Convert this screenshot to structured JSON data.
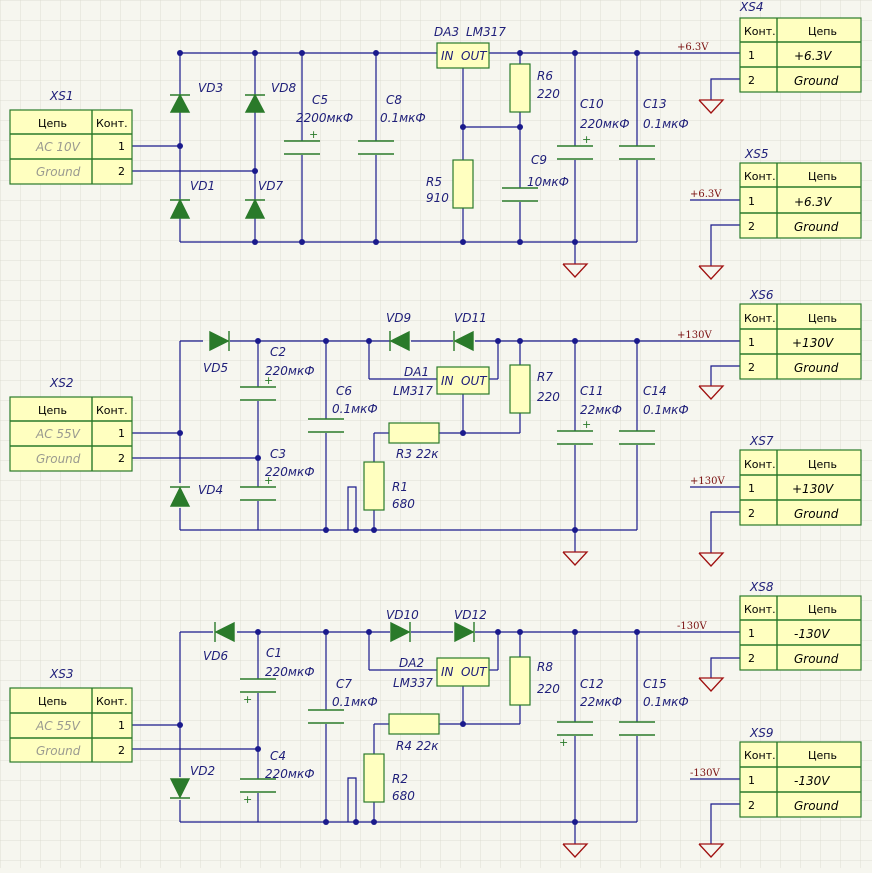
{
  "connectors": {
    "hdr_circuit": "Цепь",
    "hdr_contact": "Конт.",
    "pin1": "1",
    "pin2": "2",
    "XS1": {
      "ref": "XS1",
      "net1": "AC 10V",
      "net2": "Ground"
    },
    "XS2": {
      "ref": "XS2",
      "net1": "AC 55V",
      "net2": "Ground"
    },
    "XS3": {
      "ref": "XS3",
      "net1": "AC 55V",
      "net2": "Ground"
    },
    "XS4": {
      "ref": "XS4",
      "net1": "+6.3V",
      "net2": "Ground"
    },
    "XS5": {
      "ref": "XS5",
      "net1": "+6.3V",
      "net2": "Ground"
    },
    "XS6": {
      "ref": "XS6",
      "net1": "+130V",
      "net2": "Ground"
    },
    "XS7": {
      "ref": "XS7",
      "net1": "+130V",
      "net2": "Ground"
    },
    "XS8": {
      "ref": "XS8",
      "net1": "-130V",
      "net2": "Ground"
    },
    "XS9": {
      "ref": "XS9",
      "net1": "-130V",
      "net2": "Ground"
    }
  },
  "net_labels": {
    "p6v": "+6.3V",
    "p130": "+130V",
    "m130": "-130V"
  },
  "ic_pins": {
    "in": "IN",
    "out": "OUT"
  },
  "components": {
    "VD1": "VD1",
    "VD2": "VD2",
    "VD3": "VD3",
    "VD4": "VD4",
    "VD5": "VD5",
    "VD6": "VD6",
    "VD7": "VD7",
    "VD8": "VD8",
    "VD9": "VD9",
    "VD10": "VD10",
    "VD11": "VD11",
    "VD12": "VD12",
    "C1": {
      "ref": "C1",
      "value": "220мкФ"
    },
    "C2": {
      "ref": "C2",
      "value": "220мкФ"
    },
    "C3": {
      "ref": "C3",
      "value": "220мкФ"
    },
    "C4": {
      "ref": "C4",
      "value": "220мкФ"
    },
    "C5": {
      "ref": "C5",
      "value": "2200мкФ"
    },
    "C6": {
      "ref": "C6",
      "value": "0.1мкФ"
    },
    "C7": {
      "ref": "C7",
      "value": "0.1мкФ"
    },
    "C8": {
      "ref": "C8",
      "value": "0.1мкФ"
    },
    "C9": {
      "ref": "C9",
      "value": "10мкФ"
    },
    "C10": {
      "ref": "C10",
      "value": "220мкФ"
    },
    "C11": {
      "ref": "C11",
      "value": "22мкФ"
    },
    "C12": {
      "ref": "C12",
      "value": "22мкФ"
    },
    "C13": {
      "ref": "C13",
      "value": "0.1мкФ"
    },
    "C14": {
      "ref": "C14",
      "value": "0.1мкФ"
    },
    "C15": {
      "ref": "C15",
      "value": "0.1мкФ"
    },
    "R1": {
      "ref": "R1",
      "value": "680"
    },
    "R2": {
      "ref": "R2",
      "value": "680"
    },
    "R3": {
      "ref": "R3",
      "value": "22к"
    },
    "R4": {
      "ref": "R4",
      "value": "22к"
    },
    "R5": {
      "ref": "R5",
      "value": "910"
    },
    "R6": {
      "ref": "R6",
      "value": "220"
    },
    "R7": {
      "ref": "R7",
      "value": "220"
    },
    "R8": {
      "ref": "R8",
      "value": "220"
    },
    "DA1": {
      "ref": "DA1",
      "part": "LM317"
    },
    "DA2": {
      "ref": "DA2",
      "part": "LM337"
    },
    "DA3": {
      "ref": "DA3",
      "part": "LM317"
    }
  },
  "colors": {
    "background": "#f6f6ef",
    "grid": "#d8d8cc",
    "wire": "#1a1a8c",
    "component": "#2a7a2a",
    "fill": "#ffffc0",
    "ground": "#a01010",
    "label": "#20207a"
  }
}
